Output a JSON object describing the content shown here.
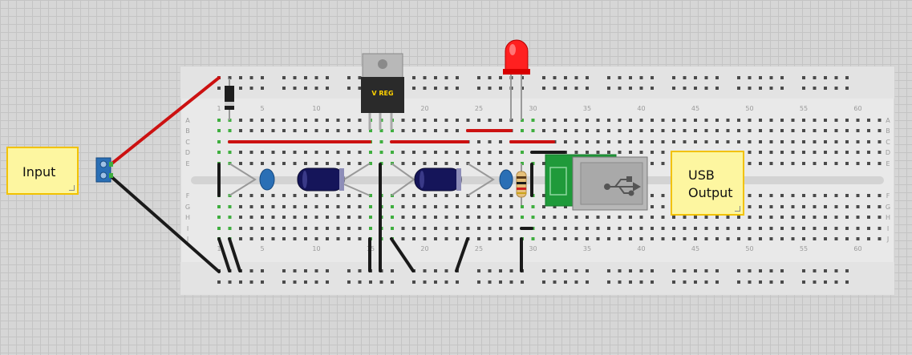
{
  "notes": {
    "input_label": "Input",
    "usb_output_line1": "USB",
    "usb_output_line2": "Output"
  },
  "breadboard": {
    "column_numbers": [
      "1",
      "5",
      "10",
      "15",
      "20",
      "25",
      "30",
      "35",
      "40",
      "45",
      "50",
      "55",
      "60"
    ],
    "row_letters_top": [
      "A",
      "B",
      "C",
      "D",
      "E"
    ],
    "row_letters_bottom": [
      "F",
      "G",
      "H",
      "I",
      "J"
    ]
  },
  "components": {
    "regulator_label": "V REG",
    "usb_symbol": "usb-icon"
  },
  "colors": {
    "wire_red": "#cc1111",
    "wire_black": "#1a1a1a",
    "breadboard": "#e9e9e9",
    "led_red": "#ff2020",
    "pcb_green": "#1f9a3a",
    "capacitor_blue": "#2a6fb5",
    "electrolytic": "#15155a",
    "note_yellow": "#fdf6a0"
  }
}
